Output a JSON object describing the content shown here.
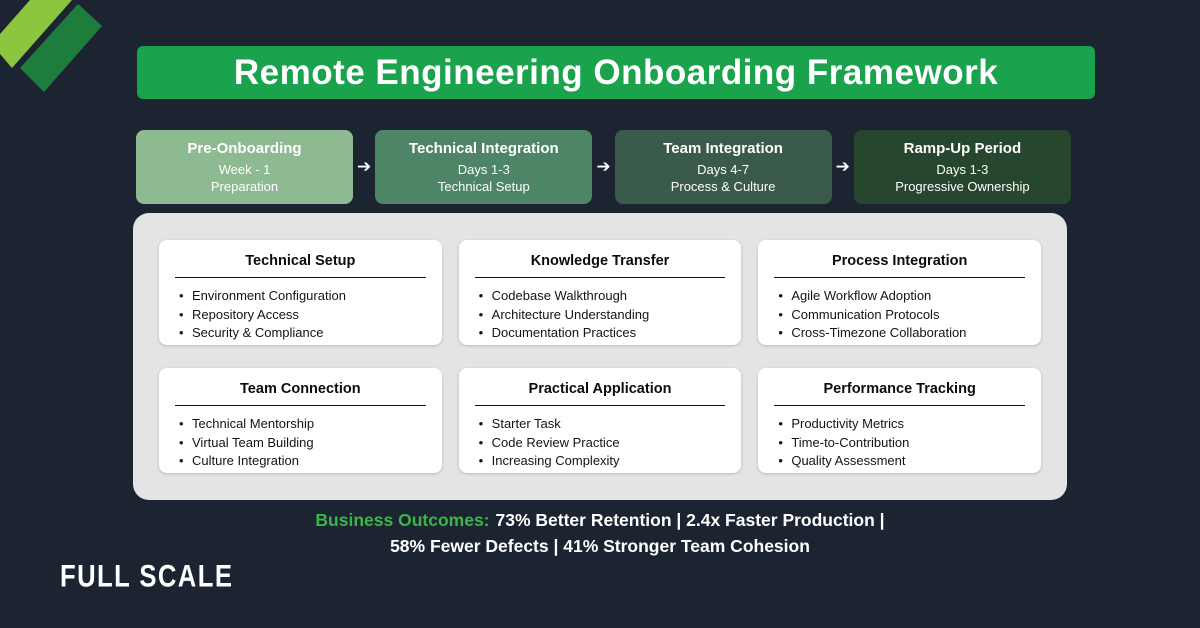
{
  "header": {
    "title": "Remote Engineering Onboarding Framework"
  },
  "icons": {
    "arrow": "➔"
  },
  "stages": [
    {
      "title": "Pre-Onboarding",
      "subtitle": "Week - 1",
      "detail": "Preparation"
    },
    {
      "title": "Technical Integration",
      "subtitle": "Days 1-3",
      "detail": "Technical Setup"
    },
    {
      "title": "Team Integration",
      "subtitle": "Days 4-7",
      "detail": "Process & Culture"
    },
    {
      "title": "Ramp-Up Period",
      "subtitle": "Days 1-3",
      "detail": "Progressive Ownership"
    }
  ],
  "cards": [
    {
      "title": "Technical Setup",
      "items": [
        "Environment Configuration",
        "Repository Access",
        "Security & Compliance"
      ]
    },
    {
      "title": "Knowledge Transfer",
      "items": [
        "Codebase Walkthrough",
        "Architecture Understanding",
        "Documentation Practices"
      ]
    },
    {
      "title": "Process Integration",
      "items": [
        "Agile Workflow Adoption",
        "Communication Protocols",
        "Cross-Timezone Collaboration"
      ]
    },
    {
      "title": "Team Connection",
      "items": [
        "Technical Mentorship",
        "Virtual Team Building",
        "Culture Integration"
      ]
    },
    {
      "title": "Practical Application",
      "items": [
        "Starter Task",
        "Code Review Practice",
        "Increasing Complexity"
      ]
    },
    {
      "title": "Performance Tracking",
      "items": [
        "Productivity Metrics",
        "Time-to-Contribution",
        "Quality Assessment"
      ]
    }
  ],
  "outcomes": {
    "label": "Business Outcomes:",
    "line1": "73% Better Retention | 2.4x Faster Production |",
    "line2": "58% Fewer Defects | 41% Stronger Team Cohesion"
  },
  "logo": {
    "text": "FULL SCALE"
  },
  "colors": {
    "background": "#1c2431",
    "banner_green": "#1aa34c",
    "accent_green": "#3bb54a",
    "panel_gray": "#e4e4e4",
    "ribbon_light": "#8cc63e",
    "ribbon_dark": "#1d7d3c",
    "stage_colors": [
      "#8dba90",
      "#4e8566",
      "#3a5a4c",
      "#26462e"
    ]
  }
}
